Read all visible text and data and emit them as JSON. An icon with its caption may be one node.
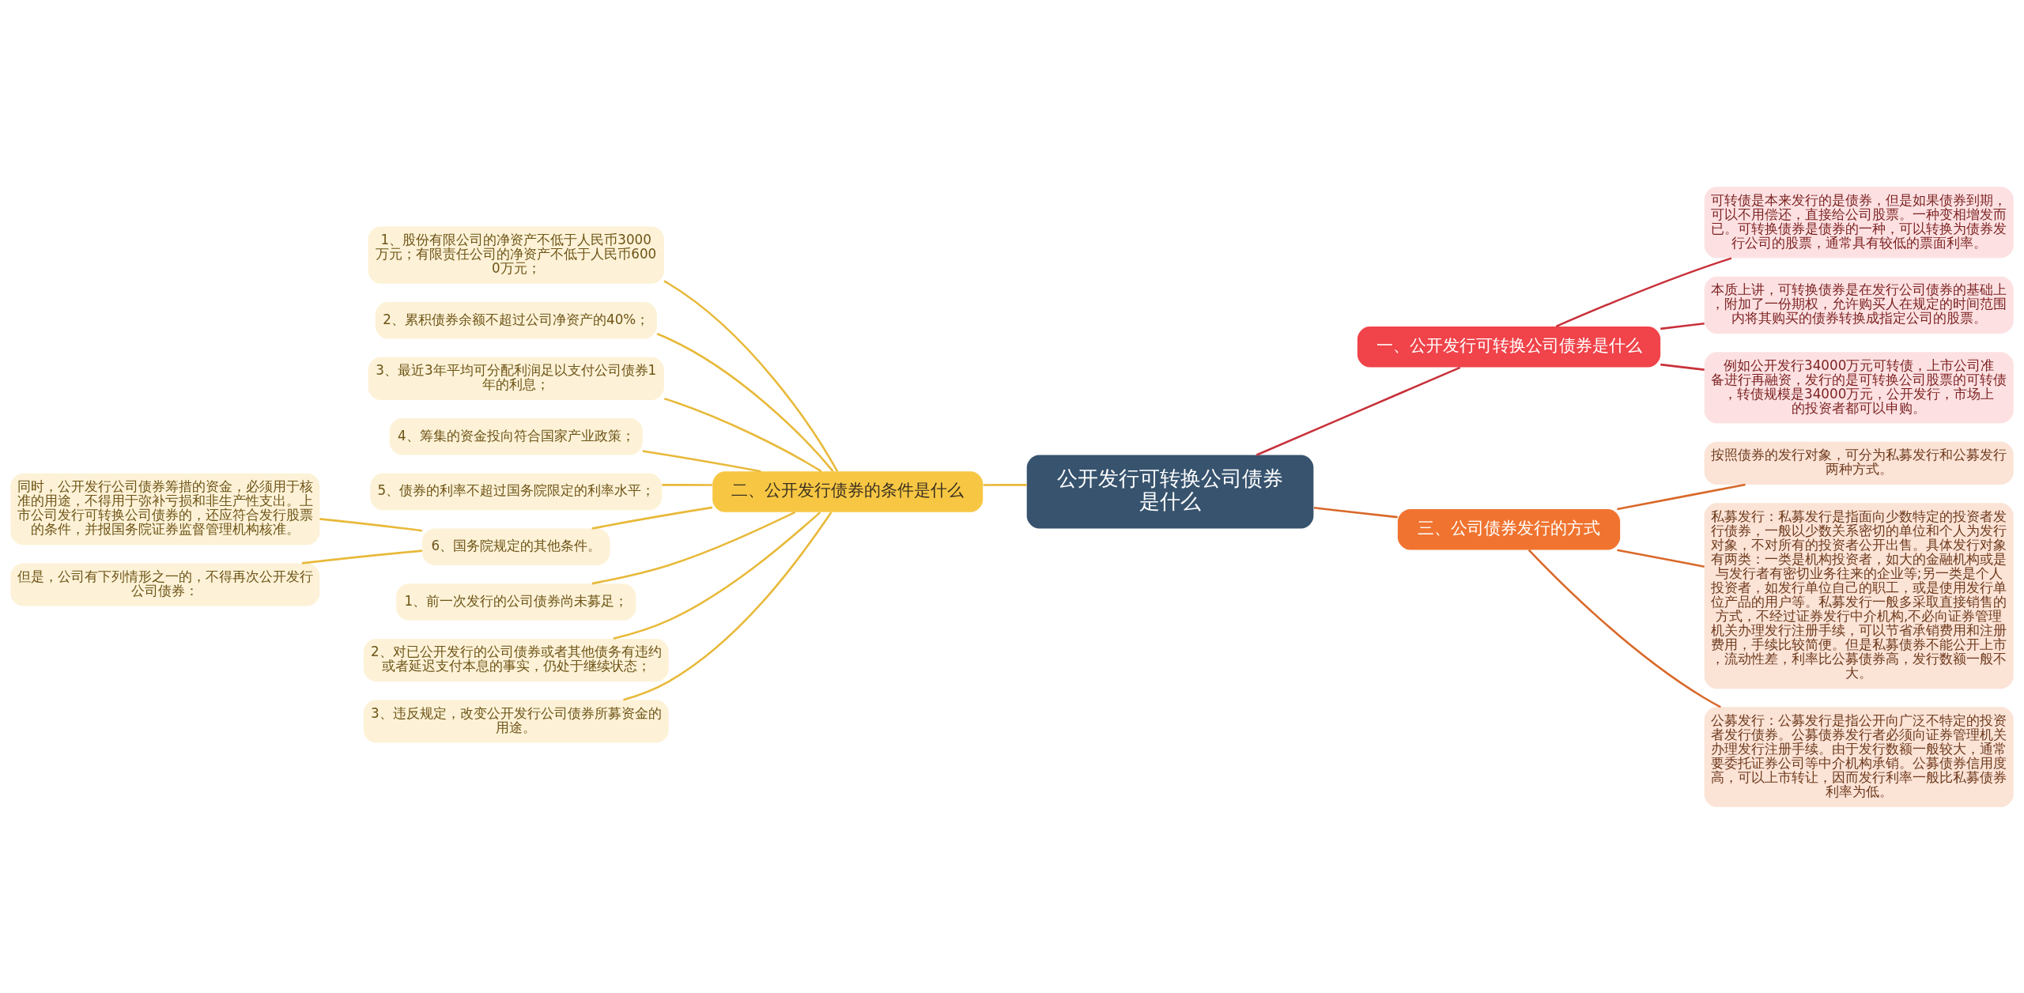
{
  "diagram": {
    "nodes": [
      {
        "text": [
          "公开发行可转换公司债券是什么"
        ]
      },
      {
        "text": [
          "一、公开发行可转换公司债券是什么"
        ]
      },
      {
        "text": [
          "可转债是本来发行的是债券，但是如果债券到期，可以不用偿还，直接给公司股票。一种变相增发而已。可转换债券是债券的一种，可以转换为债券发行公司的股票，通常具有较低的票面利率。"
        ]
      },
      {
        "text": [
          "本质上讲，可转换债券是在发行公司债券的基础上，附加了一份期权，允许购买人在规定的时间范围内将其购买的债券转换成指定公司的股票。"
        ]
      },
      {
        "text": [
          "例如公开发行34000万元可转债，上市公司准备进行再融资，发行的是可转换公司股票的可转债，转债规模是34000万元，公开发行，市场上的投资者都可以申购。"
        ]
      },
      {
        "text": [
          "二、公开发行债券的条件是什么"
        ]
      },
      {
        "text": [
          "1、股份有限公司的净资产不低于人民币3000万元；有限责任公司的净资产不低于人民币6000万元；"
        ]
      },
      {
        "text": [
          "2、累积债券余额不超过公司净资产的40%；"
        ]
      },
      {
        "text": [
          "3、最近3年平均可分配利润足以支付公司债券1年的利息；"
        ]
      },
      {
        "text": [
          "4、筹集的资金投向符合国家产业政策；"
        ]
      },
      {
        "text": [
          "5、债券的利率不超过国务院限定的利率水平；"
        ]
      },
      {
        "text": [
          "6、国务院规定的其他条件。"
        ]
      },
      {
        "text": [
          "同时，公开发行公司债券筹措的资金，必须用于核准的用途，不得用于弥补亏损和非生产性支出。上市公司发行可转换公司债券的，还应符合发行股票的条件，并报国务院证券监督管理机构核准。"
        ]
      },
      {
        "text": [
          "但是，公司有下列情形之一的，不得再次公开发行公司债券："
        ]
      },
      {
        "text": [
          "1、前一次发行的公司债券尚未募足；"
        ]
      },
      {
        "text": [
          "2、对已公开发行的公司债券或者其他债务有违约或者延迟支付本息的事实，仍处于继续状态；"
        ]
      },
      {
        "text": [
          "3、违反规定，改变公开发行公司债券所募资金的用途。"
        ]
      },
      {
        "text": [
          "三、公司债券发行的方式"
        ]
      },
      {
        "text": [
          "按照债券的发行对象，可分为私募发行和公募发行两种方式。"
        ]
      },
      {
        "text": [
          "私募发行：私募发行是指面向少数特定的投资者发行债券，一般以少数关系密切的单位和个人为发行对象，不对所有的投资者公开出售。具体发行对象有两类：一类是机构投资者，如大的金融机构或是与发行者有密切业务往来的企业等;另一类是个人投资者，如发行单位自己的职工，或是使用发行单位产品的用户等。私募发行一般多采取直接销售的方式，不经过证券发行中介机构,不必向证券管理机关办理发行注册手续，可以节省承销费用和注册费用，手续比较简便。但是私募债券不能公开上市，流动性差，利率比公募债券高，发行数额一般不大。"
        ]
      },
      {
        "text": [
          "公募发行：公募发行是指公开向广泛不特定的投资者发行债券。公募债券发行者必须向证券管理机关办理发行注册手续。由于发行数额一般较大，通常要委托证券公司等中介机构承销。公募债券信用度高，可以上市转让，因而发行利率一般比私募债券利率为低。"
        ]
      }
    ],
    "edges": [
      {
        "from": 0,
        "to": 1,
        "arrow": "none",
        "color": "#c8313a"
      },
      {
        "from": 1,
        "to": 2,
        "arrow": "none",
        "color": "#c8313a"
      },
      {
        "from": 1,
        "to": 3,
        "arrow": "none",
        "color": "#c8313a"
      },
      {
        "from": 1,
        "to": 4,
        "arrow": "none",
        "color": "#c8313a"
      },
      {
        "from": 0,
        "to": 5,
        "arrow": "none"
      },
      {
        "from": 5,
        "to": 6,
        "arrow": "none"
      },
      {
        "from": 5,
        "to": 7,
        "arrow": "none"
      },
      {
        "from": 5,
        "to": 8,
        "arrow": "none"
      },
      {
        "from": 5,
        "to": 9,
        "arrow": "none"
      },
      {
        "from": 5,
        "to": 10,
        "arrow": "none"
      },
      {
        "from": 5,
        "to": 11,
        "arrow": "none"
      },
      {
        "from": 11,
        "to": 12,
        "arrow": "none"
      },
      {
        "from": 11,
        "to": 13,
        "arrow": "none"
      },
      {
        "from": 5,
        "to": 14,
        "arrow": "none"
      },
      {
        "from": 5,
        "to": 15,
        "arrow": "none"
      },
      {
        "from": 5,
        "to": 16,
        "arrow": "none"
      },
      {
        "from": 0,
        "to": 17,
        "arrow": "none",
        "color": "#d9692a"
      },
      {
        "from": 17,
        "to": 18,
        "arrow": "none",
        "color": "#d9692a"
      },
      {
        "from": 17,
        "to": 19,
        "arrow": "none",
        "color": "#d9692a"
      },
      {
        "from": 17,
        "to": 20,
        "arrow": "none",
        "color": "#d9692a"
      }
    ]
  }
}
